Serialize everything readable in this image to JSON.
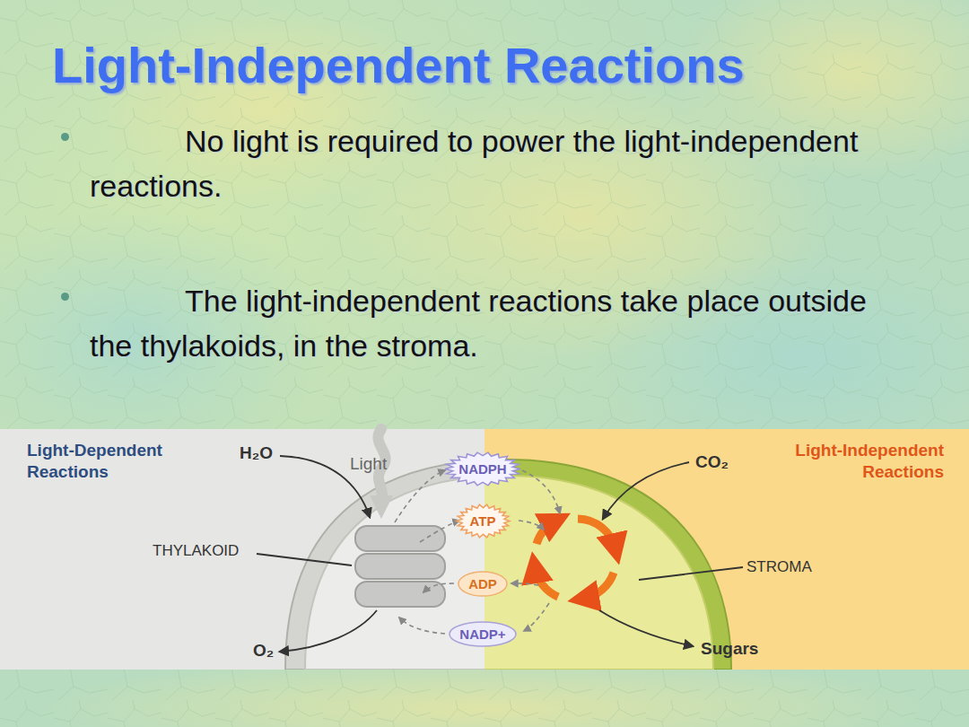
{
  "diagram": {
    "title": "Light-Independent Reactions",
    "nodes": [
      {
        "text": [
          "NADPH"
        ]
      },
      {
        "text": [
          "ATP"
        ]
      },
      {
        "text": [
          "ADP"
        ]
      },
      {
        "text": [
          "NADP+"
        ]
      }
    ],
    "labels": [
      "No light is required to power the light-independent reactions.",
      "The light-independent reactions take place outside the thylakoids, in the stroma.",
      "Light-Dependent Reactions",
      "H₂O",
      "Light",
      "THYLAKOID",
      "O₂",
      "CO₂",
      "Light-Independent Reactions",
      "STROMA",
      "Sugars"
    ]
  }
}
